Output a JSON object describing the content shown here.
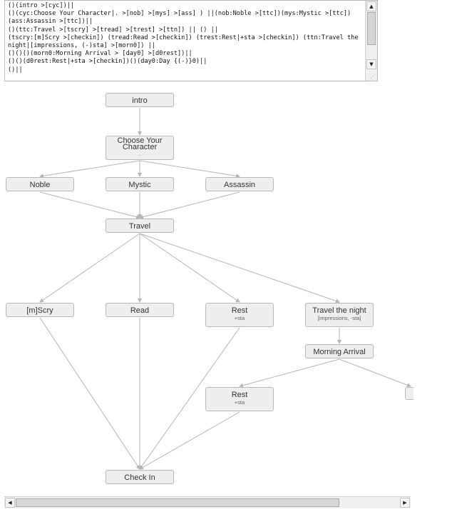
{
  "editor": {
    "lines": [
      "()(intro >[cyc])||",
      "()(cyc:Choose Your Character|. >[nob] >[mys] >[ass] ) ||(nob:Noble >[ttc])(mys:Mystic >[ttc])",
      "(ass:Assassin >[ttc])||",
      "()(ttc:Travel >[tscry] >[tread] >[trest] >[ttn]) || () ||",
      "(tscry:[m]Scry >[checkin]) (tread:Read >[checkin]) (trest:Rest|+sta >[checkin]) (ttn:Travel the",
      "night|[impressions, (-)sta] >[morn0]) ||",
      "()()()(morn0:Morning Arrival > [day0] >[d0rest])||",
      "()()(d0rest:Rest|+sta >[checkin])()(day0:Day {(-)}0)||",
      "()||"
    ]
  },
  "graph": {
    "nodes": [
      {
        "id": "intro",
        "title": "intro",
        "sub": ""
      },
      {
        "id": "cyc",
        "title": "Choose Your Character",
        "sub": "."
      },
      {
        "id": "nob",
        "title": "Noble",
        "sub": ""
      },
      {
        "id": "mys",
        "title": "Mystic",
        "sub": ""
      },
      {
        "id": "ass",
        "title": "Assassin",
        "sub": ""
      },
      {
        "id": "ttc",
        "title": "Travel",
        "sub": ""
      },
      {
        "id": "tscry",
        "title": "[m]Scry",
        "sub": ""
      },
      {
        "id": "tread",
        "title": "Read",
        "sub": ""
      },
      {
        "id": "trest",
        "title": "Rest",
        "sub": "+sta"
      },
      {
        "id": "ttn",
        "title": "Travel the night",
        "sub": "[impressions, -sta]"
      },
      {
        "id": "morn0",
        "title": "Morning Arrival",
        "sub": ""
      },
      {
        "id": "d0rest",
        "title": "Rest",
        "sub": "+sta"
      },
      {
        "id": "day0",
        "title": "",
        "sub": ""
      },
      {
        "id": "checkin",
        "title": "Check In",
        "sub": ""
      }
    ],
    "edges": [
      [
        "intro",
        "cyc"
      ],
      [
        "cyc",
        "nob"
      ],
      [
        "cyc",
        "mys"
      ],
      [
        "cyc",
        "ass"
      ],
      [
        "nob",
        "ttc"
      ],
      [
        "mys",
        "ttc"
      ],
      [
        "ass",
        "ttc"
      ],
      [
        "ttc",
        "tscry"
      ],
      [
        "ttc",
        "tread"
      ],
      [
        "ttc",
        "trest"
      ],
      [
        "ttc",
        "ttn"
      ],
      [
        "ttn",
        "morn0"
      ],
      [
        "morn0",
        "d0rest"
      ],
      [
        "morn0",
        "day0"
      ],
      [
        "tscry",
        "checkin"
      ],
      [
        "tread",
        "checkin"
      ],
      [
        "trest",
        "checkin"
      ],
      [
        "d0rest",
        "checkin"
      ]
    ]
  },
  "colors": {
    "node_bg": "#eeeeee",
    "node_border": "#b9b9b9",
    "edge": "#b5b5b5"
  },
  "icons": {
    "scroll_up": "triangle-up-icon",
    "scroll_down": "triangle-down-icon",
    "scroll_left": "triangle-left-icon",
    "scroll_right": "triangle-right-icon"
  }
}
